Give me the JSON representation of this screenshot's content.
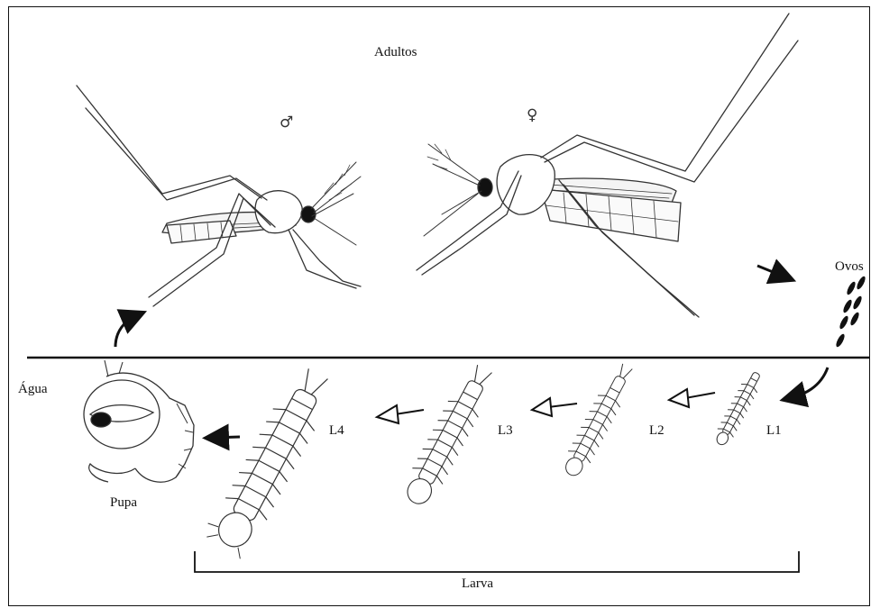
{
  "diagram": {
    "title": "Adultos",
    "male_symbol": "♂",
    "female_symbol": "♀",
    "eggs_label": "Ovos",
    "water_label": "Água",
    "stages": [
      "L1",
      "L2",
      "L3",
      "L4"
    ],
    "pupa_label": "Pupa",
    "larva_group_label": "Larva"
  }
}
